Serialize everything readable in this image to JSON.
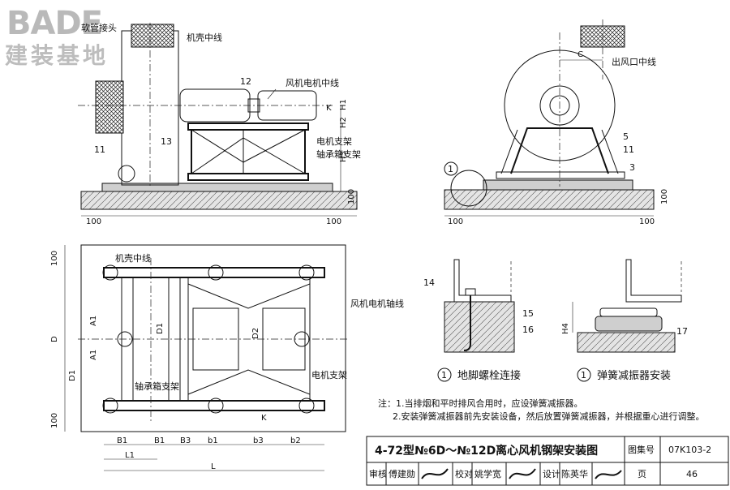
{
  "watermark": {
    "brand": "BADE",
    "subtitle": "建装基地"
  },
  "callouts": {
    "n12": "12",
    "n13": "13",
    "n11": "11",
    "n5": "5",
    "n11b": "11",
    "n3": "3",
    "n14": "14",
    "n15": "15",
    "n16": "16",
    "n17": "17",
    "detail": "1"
  },
  "labels": {
    "soft_joint": "软管接头",
    "casing_centerline": "机壳中线",
    "motor_axis": "风机电机中线",
    "motor_bracket": "电机支架",
    "bearing_bracket": "轴承箱支架",
    "outlet_centerline": "出风口中线",
    "plan_casing_centerline": "机壳中线",
    "plan_motor_axis": "风机电机轴线",
    "plan_bearing_bracket": "轴承箱支架",
    "plan_motor_bracket": "电机支架",
    "detail1_title": "地脚螺栓连接",
    "detail2_title": "弹簧减振器安装"
  },
  "dims": {
    "d100_a": "100",
    "d100_b": "100",
    "d100_c": "100",
    "d100_d": "100",
    "d100_e": "100",
    "H1": "H1",
    "H2": "H2",
    "H3": "H3",
    "H4": "H4",
    "C": "C",
    "A1a": "A1",
    "A1b": "A1",
    "D": "D",
    "D1": "D1",
    "D2": "D2",
    "D1p": "D1",
    "p100a": "100",
    "p100b": "100",
    "B1a": "B1",
    "B1b": "B1",
    "B3": "B3",
    "b1": "b1",
    "b3": "b3",
    "b2": "b2",
    "L1": "L1",
    "L": "L",
    "K1": "K",
    "K2": "K"
  },
  "notes": {
    "n1": "注：1.当排烟和平时排风合用时，应设弹簧减振器。",
    "n2": "2.安装弹簧减振器前先安装设备，然后放置弹簧减振器，并根据重心进行调整。"
  },
  "title_block": {
    "title": "4-72型№6D～№12D离心风机钢架安装图",
    "atlas_label": "图集号",
    "atlas_no": "07K103-2",
    "review_label": "审核",
    "reviewer": "傅建勋",
    "check_label": "校对",
    "checker": "姚学宽",
    "design_label": "设计",
    "designer": "陈英华",
    "page_label": "页",
    "page_no": "46"
  }
}
